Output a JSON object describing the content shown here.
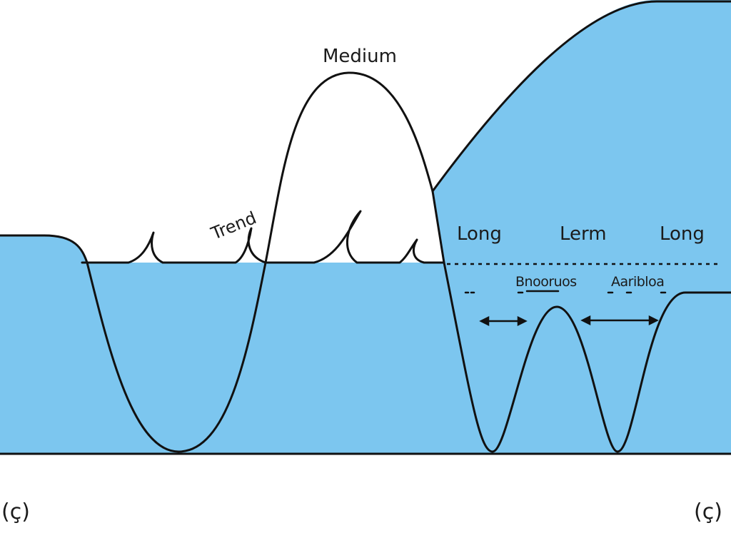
{
  "labels": {
    "trend": "Trend",
    "medium": "Medium",
    "long_left": "Long",
    "lerm": "Lerm",
    "long_right": "Long",
    "garbled_left": "Bnooruos",
    "garbled_right": "Aaribloa"
  },
  "corner_labels": {
    "left": "(ç)",
    "right": "(ç)"
  },
  "colors": {
    "water": "#7cc6ef",
    "line": "#111111",
    "background": "#ffffff"
  }
}
